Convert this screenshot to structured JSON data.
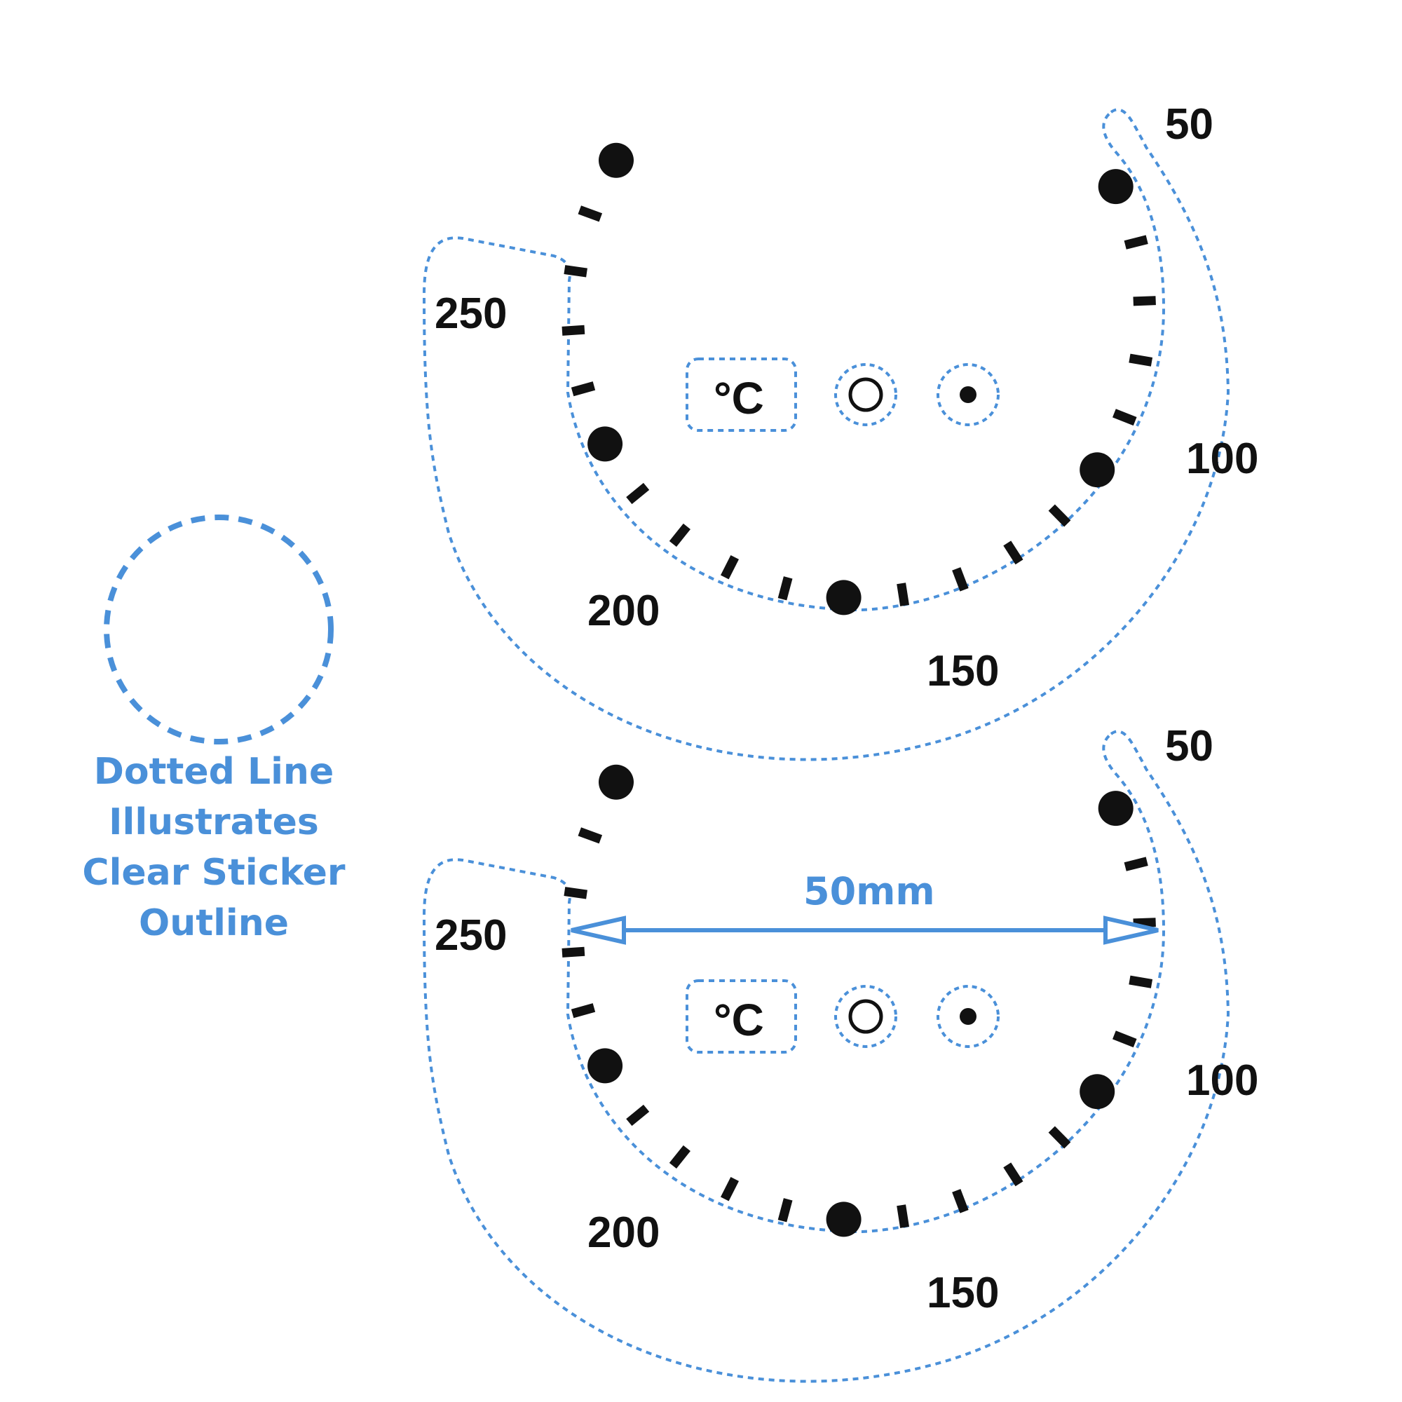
{
  "legend": {
    "lines": [
      "Dotted Line",
      "Illustrates",
      "Clear Sticker",
      "Outline"
    ]
  },
  "stickers": [
    {
      "labels": [
        "50",
        "100",
        "150",
        "200",
        "250"
      ],
      "unit": "°C"
    },
    {
      "labels": [
        "50",
        "100",
        "150",
        "200",
        "250"
      ],
      "unit": "°C",
      "dimension": "50mm"
    }
  ],
  "colors": {
    "outline": "#4a90d9",
    "ink": "#111111"
  }
}
